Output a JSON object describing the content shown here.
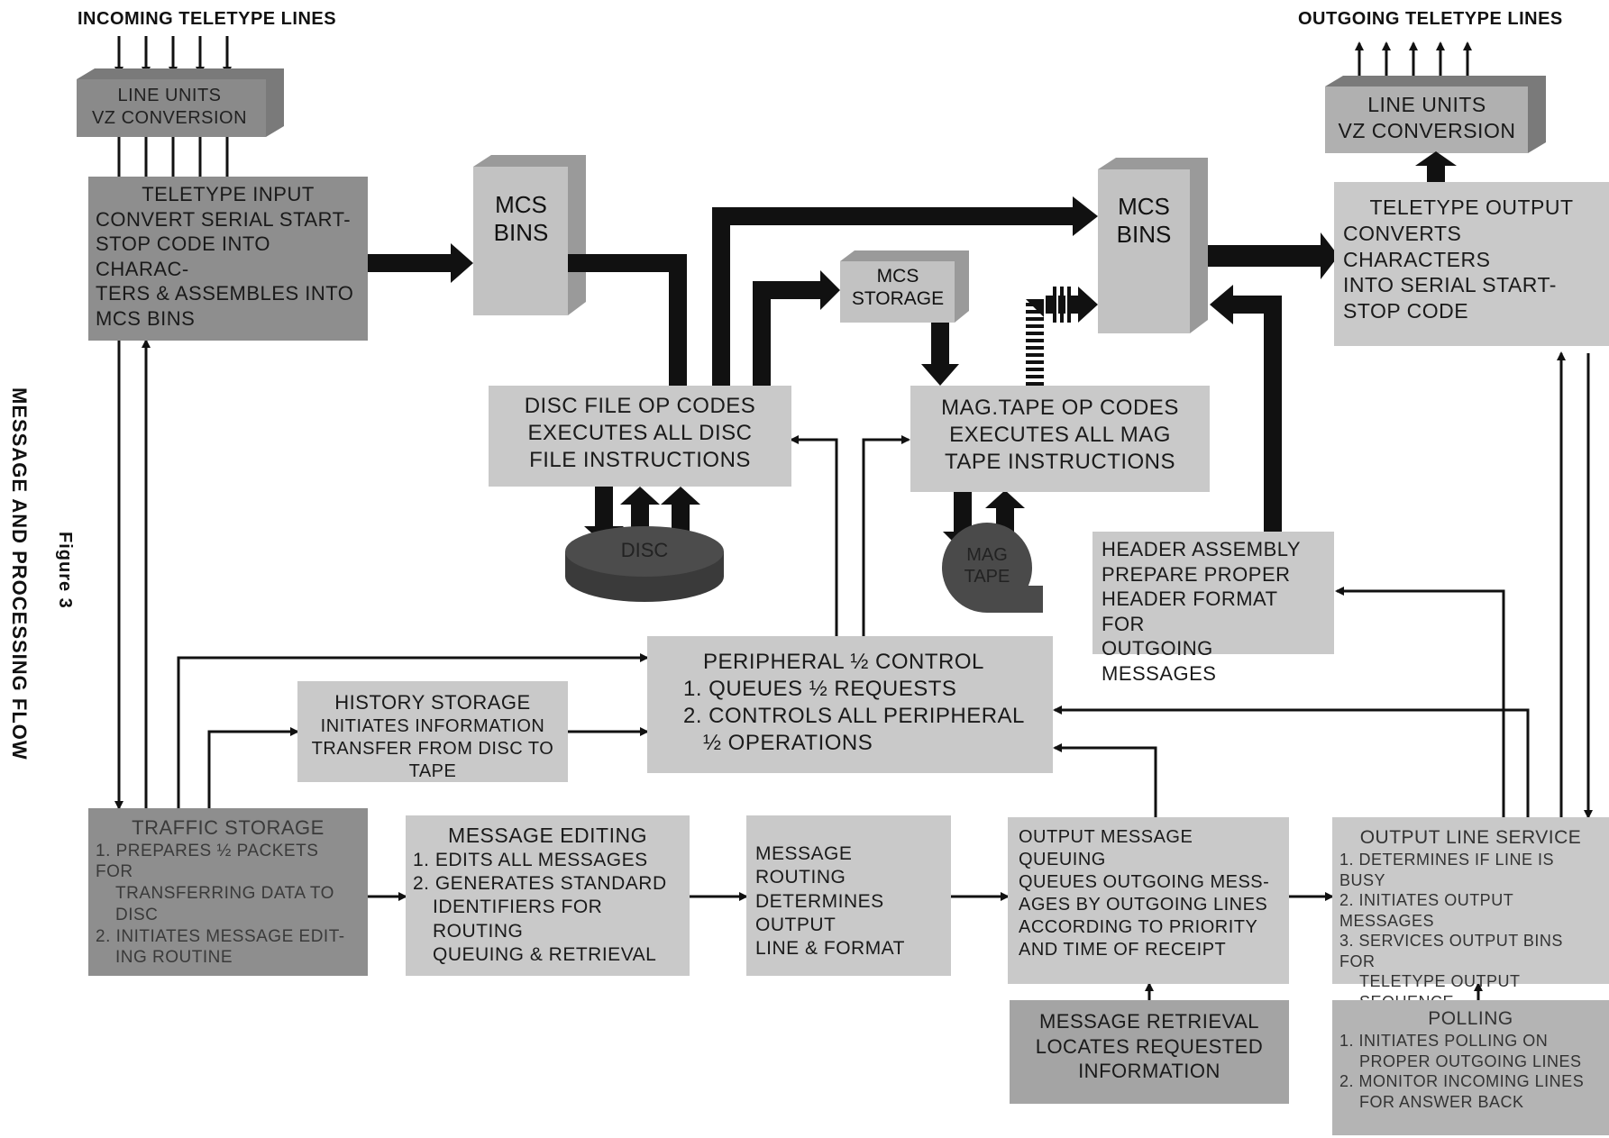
{
  "header": {
    "incoming": "INCOMING TELETYPE LINES",
    "outgoing": "OUTGOING TELETYPE LINES"
  },
  "caption": {
    "figure": "Figure 3",
    "title": "MESSAGE AND PROCESSING FLOW"
  },
  "boxes": {
    "line_units_in": [
      "LINE UNITS",
      "VZ CONVERSION"
    ],
    "line_units_out": [
      "LINE UNITS",
      "VZ CONVERSION"
    ],
    "teletype_input": [
      "TELETYPE INPUT",
      "CONVERT SERIAL START-",
      "STOP CODE INTO CHARAC-",
      "TERS & ASSEMBLES INTO",
      "MCS BINS"
    ],
    "mcs_bins_1": [
      "MCS",
      "BINS"
    ],
    "mcs_bins_2": [
      "MCS",
      "BINS"
    ],
    "mcs_storage": [
      "MCS",
      "STORAGE"
    ],
    "teletype_output": [
      "TELETYPE OUTPUT",
      "CONVERTS CHARACTERS",
      "INTO SERIAL START-",
      "STOP CODE"
    ],
    "disc_file": [
      "DISC FILE OP CODES",
      "EXECUTES ALL DISC",
      "FILE INSTRUCTIONS"
    ],
    "mag_tape_ops": [
      "MAG.TAPE OP CODES",
      "EXECUTES ALL MAG",
      "TAPE INSTRUCTIONS"
    ],
    "header_assembly": [
      "HEADER ASSEMBLY",
      "PREPARE PROPER",
      "HEADER FORMAT FOR",
      "OUTGOING MESSAGES"
    ],
    "peripheral": [
      "PERIPHERAL ½ CONTROL",
      "1. QUEUES ½ REQUESTS",
      "2. CONTROLS ALL PERIPHERAL",
      "½ OPERATIONS"
    ],
    "history": [
      "HISTORY STORAGE",
      "INITIATES INFORMATION",
      "TRANSFER FROM DISC TO TAPE"
    ],
    "traffic": [
      "TRAFFIC STORAGE",
      "1. PREPARES ½ PACKETS FOR",
      "TRANSFERRING DATA TO DISC",
      "2. INITIATES MESSAGE EDIT-",
      "ING ROUTINE"
    ],
    "editing": [
      "MESSAGE EDITING",
      "1. EDITS ALL MESSAGES",
      "2. GENERATES STANDARD",
      "IDENTIFIERS FOR ROUTING",
      "QUEUING & RETRIEVAL"
    ],
    "routing": [
      "MESSAGE ROUTING",
      "DETERMINES OUTPUT",
      "LINE & FORMAT"
    ],
    "queuing": [
      "OUTPUT MESSAGE QUEUING",
      "QUEUES OUTGOING MESS-",
      "AGES BY OUTGOING LINES",
      "ACCORDING TO PRIORITY",
      "AND TIME OF RECEIPT"
    ],
    "output_line": [
      "OUTPUT LINE SERVICE",
      "1. DETERMINES IF LINE IS BUSY",
      "2. INITIATES OUTPUT MESSAGES",
      "3. SERVICES OUTPUT BINS FOR",
      "TELETYPE OUTPUT SEQUENCE"
    ],
    "retrieval": [
      "MESSAGE RETRIEVAL",
      "LOCATES REQUESTED",
      "INFORMATION"
    ],
    "polling": [
      "POLLING",
      "1. INITIATES POLLING ON",
      "PROPER OUTGOING LINES",
      "2. MONITOR INCOMING LINES",
      "FOR ANSWER BACK"
    ]
  },
  "devices": {
    "disc": "DISC",
    "mag_tape": [
      "MAG",
      "TAPE"
    ]
  }
}
